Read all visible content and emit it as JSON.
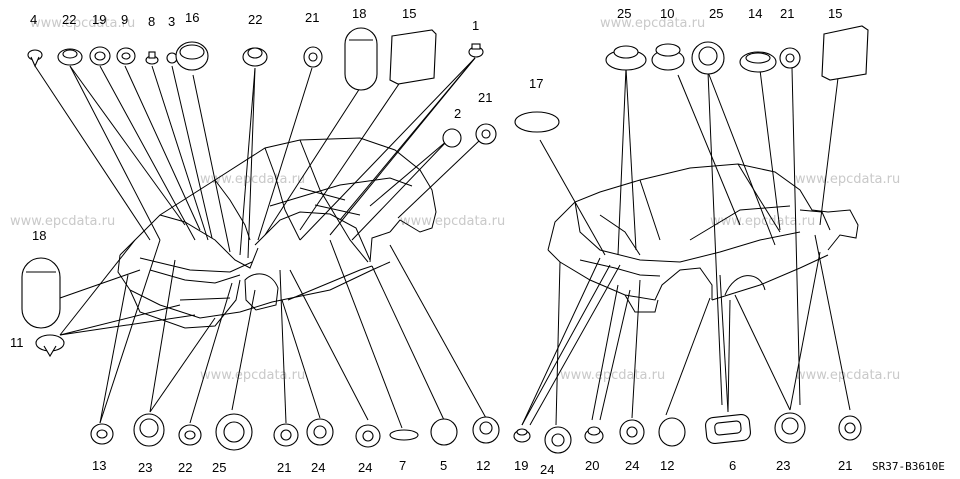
{
  "watermark": "www.epcdata.ru",
  "diagram_code": "SR37-B3610E",
  "labels_top_left": [
    "4",
    "22",
    "19",
    "9",
    "8",
    "3",
    "16",
    "22",
    "21",
    "18",
    "15",
    "1",
    "2",
    "21"
  ],
  "labels_top_right": [
    "25",
    "10",
    "25",
    "14",
    "21",
    "15",
    "17"
  ],
  "labels_side_left": [
    "18",
    "11"
  ],
  "labels_bottom": [
    "13",
    "23",
    "22",
    "25",
    "21",
    "24",
    "24",
    "7",
    "5",
    "12",
    "19",
    "24",
    "20",
    "24",
    "12",
    "6",
    "23",
    "21"
  ],
  "parts": {
    "1": "grommet",
    "2": "ring seal",
    "3": "ring seal",
    "4": "push clip",
    "5": "round seal plate",
    "6": "rectangular grommet",
    "7": "flat ring",
    "8": "plug",
    "9": "grommet",
    "10": "grommet",
    "11": "mushroom plug",
    "12": "grommet",
    "13": "grommet",
    "14": "grommet",
    "15": "seal plate",
    "16": "plug",
    "17": "round seal plate",
    "18": "oval plug",
    "19": "grommet",
    "20": "grommet",
    "21": "grommet",
    "22": "grommet",
    "23": "grommet",
    "24": "grommet",
    "25": "grommet"
  }
}
